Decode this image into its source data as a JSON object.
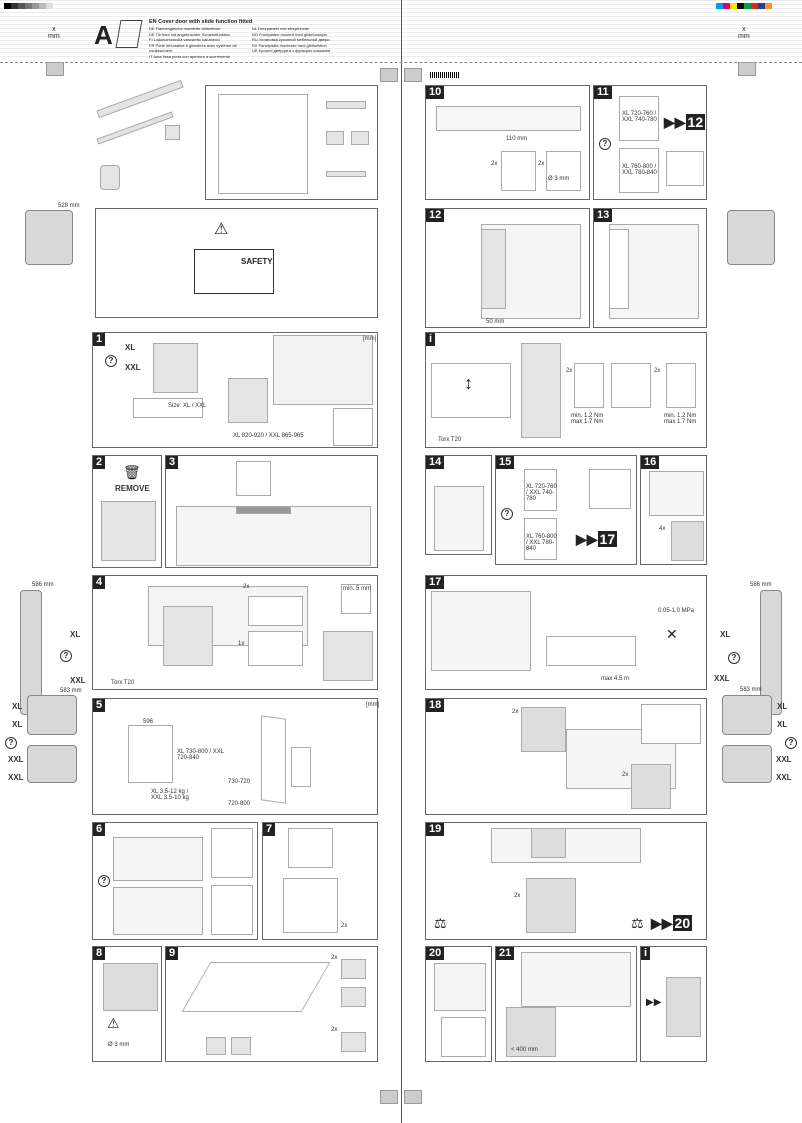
{
  "header": {
    "letter": "A",
    "x_mm": "x\nmm",
    "title": "EN Cover door with slide function fitted",
    "languages": [
      "DE Flachengleiche montierte Möbelfront",
      "DE Türfront mit angebrachter Schiebefunktion",
      "FI Liukutoiminnolla varustettu kalusteovi",
      "FR Porte décorative à glissières avec système de coulissement",
      "IT Anta fissa porta con apertura a scorrimento",
      "NL Deurpaneel met sleepfunctie",
      "NO Frontplaten montert med glidefunksjon",
      "RU Установка кухонной мебельной двери",
      "SV Panelplatta monterad med glidfunktion",
      "UK Кухонні дверцята з функцією ковзання"
    ]
  },
  "colors": {
    "print_bar": [
      "#000000",
      "#333333",
      "#555555",
      "#777777",
      "#999999",
      "#bbbbbb",
      "#dddddd"
    ],
    "color_bar": [
      "#00a0e0",
      "#e0007a",
      "#ffe600",
      "#000000",
      "#00a04a",
      "#e52420",
      "#2b3990",
      "#f7941d"
    ]
  },
  "side": {
    "s528": "528 mm",
    "s586": "586 mm",
    "s583": "583 mm",
    "xl": "XL",
    "xxl": "XXL",
    "q": "?"
  },
  "steps": {
    "safety": "SAFETY",
    "s1": {
      "num": "1",
      "xl": "XL",
      "xxl": "XXL",
      "size": "Size: XL / XXL",
      "heights": "XL 820-920 / XXL 865-965",
      "unit": "[mm]"
    },
    "s2": {
      "num": "2",
      "remove": "REMOVE"
    },
    "s3": {
      "num": "3"
    },
    "s4": {
      "num": "4",
      "x2": "2x",
      "x1": "1x",
      "tool": "Torx T20",
      "unit": "min. 5 mm"
    },
    "s5": {
      "num": "5",
      "width": "596",
      "height": "XL 730-800 / XXL 720-840",
      "weight": "XL 3.5-12 kg / XXL 3.5-10 kg",
      "r1": "730-720",
      "r2": "720-800",
      "unit": "[mm]"
    },
    "s6": {
      "num": "6"
    },
    "s7": {
      "num": "7",
      "x2": "2x"
    },
    "s8": {
      "num": "8",
      "dim": "Ø 3 mm"
    },
    "s9": {
      "num": "9",
      "x2": "2x"
    },
    "s10": {
      "num": "10",
      "dim": "110 mm",
      "x2": "2x",
      "d": "Ø 3 mm"
    },
    "s11": {
      "num": "11",
      "xl": "XL 720-760 / XXL 740-780",
      "xxl": "XL 760-800 / XXL 780-840",
      "goto": "12"
    },
    "s12": {
      "num": "12",
      "dim": "50 mm"
    },
    "s13": {
      "num": "13"
    },
    "info": {
      "x2": "2x",
      "min1": "min. 1.2 Nm max 1.7 Nm",
      "min2": "min. 1.2 Nm max 1.7 Nm"
    },
    "s14": {
      "num": "14"
    },
    "s15": {
      "num": "15",
      "xl": "XL 720-760 / XXL 740-780",
      "xxl": "XL 760-800 / XXL 780-840",
      "goto": "17"
    },
    "s16": {
      "num": "16",
      "x4": "4x"
    },
    "s17": {
      "num": "17",
      "pressure": "0.05-1.0 MPa",
      "hose": "max 4.5 m"
    },
    "s18": {
      "num": "18",
      "x2": "2x"
    },
    "s19": {
      "num": "19",
      "x2": "2x",
      "goto": "20"
    },
    "s20": {
      "num": "20"
    },
    "s21": {
      "num": "21",
      "dim": "< 400 mm"
    },
    "info2": {}
  }
}
